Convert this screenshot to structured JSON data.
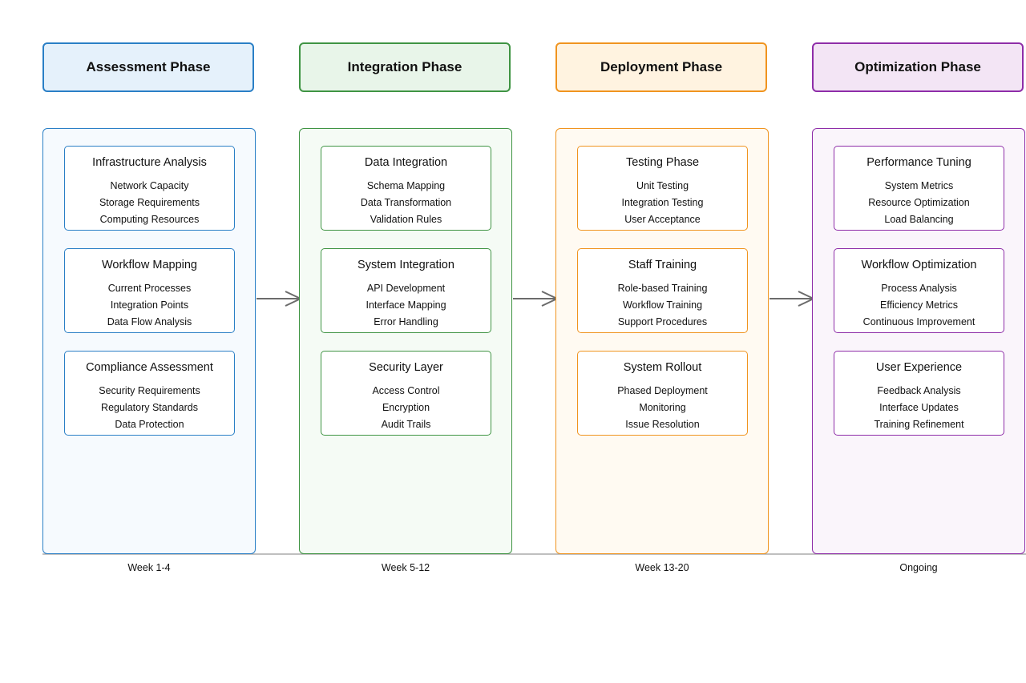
{
  "colors": {
    "assessment": {
      "border": "#2a7fc6",
      "header_bg": "#e5f1fb",
      "column_bg": "#f6fafe"
    },
    "integration": {
      "border": "#3f9443",
      "header_bg": "#e8f5e9",
      "column_bg": "#f5fbf5"
    },
    "deployment": {
      "border": "#f0941f",
      "header_bg": "#fff3e0",
      "column_bg": "#fffaf2"
    },
    "optimization": {
      "border": "#8e2da8",
      "header_bg": "#f3e5f5",
      "column_bg": "#faf5fb"
    },
    "arrow": "#6b6b6b",
    "timeline": "#aaaaaa"
  },
  "phases": [
    {
      "title": "Assessment Phase",
      "timeline": "Week 1-4",
      "cards": [
        {
          "title": "Infrastructure Analysis",
          "items": [
            "Network Capacity",
            "Storage Requirements",
            "Computing Resources"
          ]
        },
        {
          "title": "Workflow Mapping",
          "items": [
            "Current Processes",
            "Integration Points",
            "Data Flow Analysis"
          ]
        },
        {
          "title": "Compliance Assessment",
          "items": [
            "Security Requirements",
            "Regulatory Standards",
            "Data Protection"
          ]
        }
      ]
    },
    {
      "title": "Integration Phase",
      "timeline": "Week 5-12",
      "cards": [
        {
          "title": "Data Integration",
          "items": [
            "Schema Mapping",
            "Data Transformation",
            "Validation Rules"
          ]
        },
        {
          "title": "System Integration",
          "items": [
            "API Development",
            "Interface Mapping",
            "Error Handling"
          ]
        },
        {
          "title": "Security Layer",
          "items": [
            "Access Control",
            "Encryption",
            "Audit Trails"
          ]
        }
      ]
    },
    {
      "title": "Deployment Phase",
      "timeline": "Week 13-20",
      "cards": [
        {
          "title": "Testing Phase",
          "items": [
            "Unit Testing",
            "Integration Testing",
            "User Acceptance"
          ]
        },
        {
          "title": "Staff Training",
          "items": [
            "Role-based Training",
            "Workflow Training",
            "Support Procedures"
          ]
        },
        {
          "title": "System Rollout",
          "items": [
            "Phased Deployment",
            "Monitoring",
            "Issue Resolution"
          ]
        }
      ]
    },
    {
      "title": "Optimization Phase",
      "timeline": "Ongoing",
      "cards": [
        {
          "title": "Performance Tuning",
          "items": [
            "System Metrics",
            "Resource Optimization",
            "Load Balancing"
          ]
        },
        {
          "title": "Workflow Optimization",
          "items": [
            "Process Analysis",
            "Efficiency Metrics",
            "Continuous Improvement"
          ]
        },
        {
          "title": "User Experience",
          "items": [
            "Feedback Analysis",
            "Interface Updates",
            "Training Refinement"
          ]
        }
      ]
    }
  ]
}
